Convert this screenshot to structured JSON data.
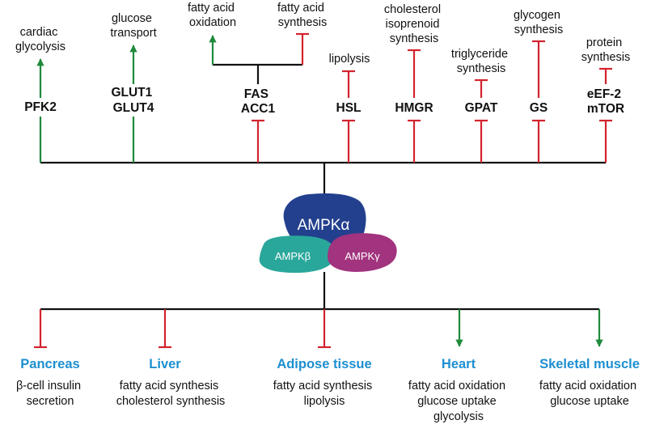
{
  "colors": {
    "activate": "#1f8a3b",
    "inhibit": "#d3232e",
    "line": "#111111",
    "tissue": "#1d8fd0",
    "ampk_alpha": "#23408e",
    "ampk_beta": "#2aa79b",
    "ampk_gamma": "#a2337e"
  },
  "complex": {
    "alpha": "AMPKα",
    "beta": "AMPKβ",
    "gamma": "AMPKγ"
  },
  "targets": [
    {
      "gene": [
        "PFK2"
      ],
      "effects": [
        {
          "text": [
            "cardiac",
            "glycolysis"
          ],
          "type": "activate"
        }
      ]
    },
    {
      "gene": [
        "GLUT1",
        "GLUT4"
      ],
      "effects": [
        {
          "text": [
            "glucose",
            "transport"
          ],
          "type": "activate"
        }
      ]
    },
    {
      "gene": [
        "FAS",
        "ACC1"
      ],
      "effects": [
        {
          "text": [
            "fatty acid",
            "oxidation"
          ],
          "type": "activate"
        },
        {
          "text": [
            "fatty acid",
            "synthesis"
          ],
          "type": "inhibit"
        }
      ]
    },
    {
      "gene": [
        "HSL"
      ],
      "effects": [
        {
          "text": [
            "lipolysis"
          ],
          "type": "inhibit"
        }
      ]
    },
    {
      "gene": [
        "HMGR"
      ],
      "effects": [
        {
          "text": [
            "cholesterol",
            "isoprenoid",
            "synthesis"
          ],
          "type": "inhibit"
        }
      ]
    },
    {
      "gene": [
        "GPAT"
      ],
      "effects": [
        {
          "text": [
            "triglyceride",
            "synthesis"
          ],
          "type": "inhibit"
        }
      ]
    },
    {
      "gene": [
        "GS"
      ],
      "effects": [
        {
          "text": [
            "glycogen",
            "synthesis"
          ],
          "type": "inhibit"
        }
      ]
    },
    {
      "gene": [
        "eEF-2",
        "mTOR"
      ],
      "effects": [
        {
          "text": [
            "protein",
            "synthesis"
          ],
          "type": "inhibit"
        }
      ]
    }
  ],
  "tissues": [
    {
      "name": "Pancreas",
      "type": "inhibit",
      "effects": [
        "β-cell insulin",
        "secretion"
      ]
    },
    {
      "name": "Liver",
      "type": "inhibit",
      "effects": [
        "fatty acid synthesis",
        "cholesterol synthesis"
      ]
    },
    {
      "name": "Adipose tissue",
      "type": "inhibit",
      "effects": [
        "fatty acid synthesis",
        "lipolysis"
      ]
    },
    {
      "name": "Heart",
      "type": "activate",
      "effects": [
        "fatty acid oxidation",
        "glucose uptake",
        "glycolysis"
      ]
    },
    {
      "name": "Skeletal muscle",
      "type": "activate",
      "effects": [
        "fatty acid oxidation",
        "glucose uptake"
      ]
    }
  ]
}
